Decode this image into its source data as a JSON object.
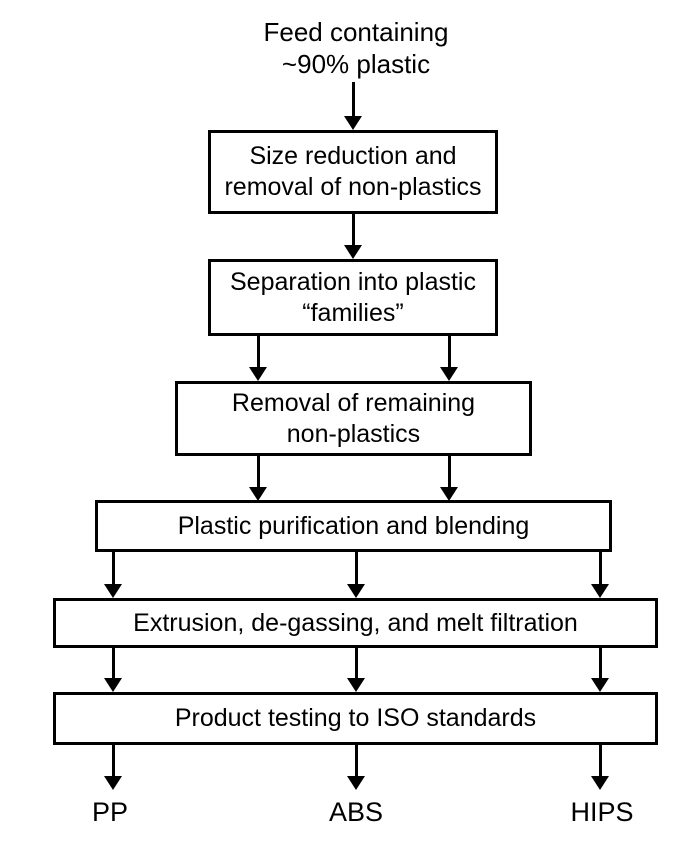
{
  "flowchart": {
    "source_label": "Feed containing\n~90% plastic",
    "steps": [
      {
        "label": "Size reduction and\nremoval of non-plastics"
      },
      {
        "label": "Separation into plastic\n“families”"
      },
      {
        "label": "Removal of remaining\nnon-plastics"
      },
      {
        "label": "Plastic purification and blending"
      },
      {
        "label": "Extrusion, de-gassing, and melt filtration"
      },
      {
        "label": "Product testing to ISO standards"
      }
    ],
    "outputs": [
      "PP",
      "ABS",
      "HIPS"
    ],
    "colors": {
      "line": "#000000",
      "box_fill": "#ffffff",
      "background": "#ffffff"
    }
  }
}
